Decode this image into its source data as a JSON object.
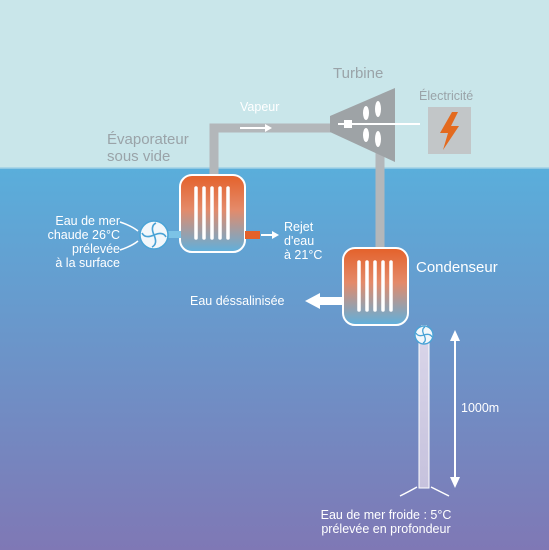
{
  "labels": {
    "turbine": "Turbine",
    "vapeur": "Vapeur",
    "electricite": "Électricité",
    "evaporateur": [
      "Évaporateur",
      "sous vide"
    ],
    "eau_chaude": [
      "Eau de mer",
      "chaude 26°C",
      "prélevée",
      "à la surface"
    ],
    "rejet": [
      "Rejet",
      "d'eau",
      "à 21°C"
    ],
    "condenseur": "Condenseur",
    "eau_dessalinisee": "Eau déssalinisée",
    "profondeur": "1000m",
    "eau_froide": [
      "Eau de mer froide : 5°C",
      "prélevée en profondeur"
    ]
  },
  "colors": {
    "sky": "#c9e6ea",
    "sea_top": "#5aaedb",
    "sea_bottom": "#7f78b5",
    "pipe": "#b3b7ba",
    "hot": "#e4612a",
    "cold": "#5fb0dd",
    "electricity_bolt": "#e36a1f"
  }
}
